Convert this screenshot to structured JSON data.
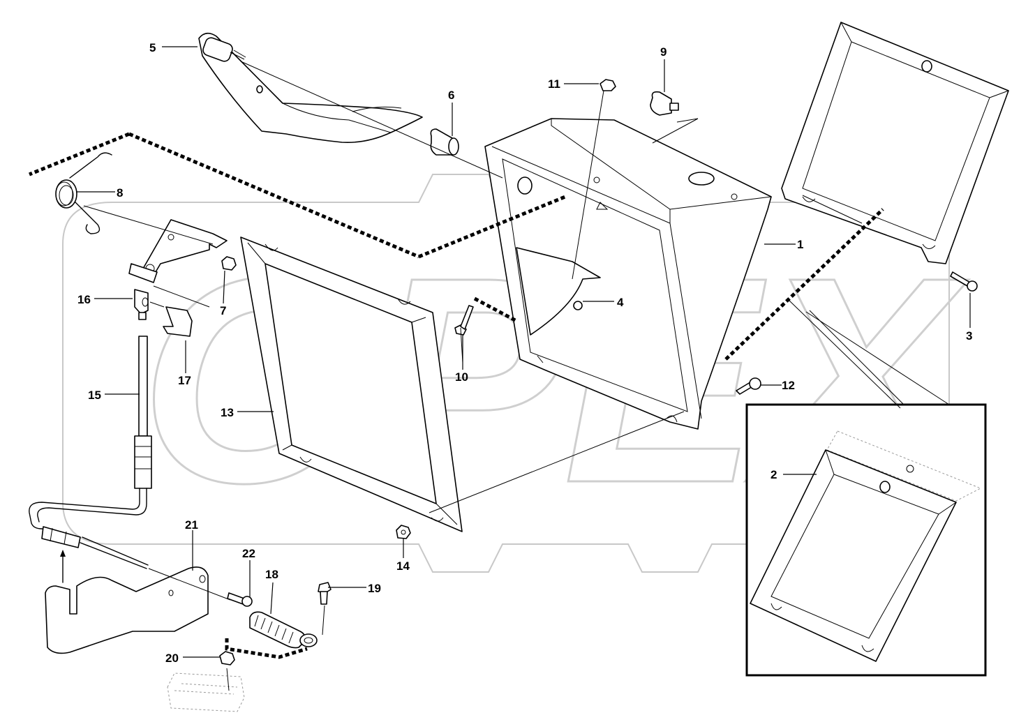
{
  "watermark": "OPEX",
  "callouts": [
    {
      "id": "c1",
      "label": "1"
    },
    {
      "id": "c2",
      "label": "2"
    },
    {
      "id": "c3",
      "label": "3"
    },
    {
      "id": "c4",
      "label": "4"
    },
    {
      "id": "c5",
      "label": "5"
    },
    {
      "id": "c6",
      "label": "6"
    },
    {
      "id": "c7",
      "label": "7"
    },
    {
      "id": "c8",
      "label": "8"
    },
    {
      "id": "c9",
      "label": "9"
    },
    {
      "id": "c10",
      "label": "10"
    },
    {
      "id": "c11",
      "label": "11"
    },
    {
      "id": "c12",
      "label": "12"
    },
    {
      "id": "c13",
      "label": "13"
    },
    {
      "id": "c14",
      "label": "14"
    },
    {
      "id": "c15",
      "label": "15"
    },
    {
      "id": "c16",
      "label": "16"
    },
    {
      "id": "c17",
      "label": "17"
    },
    {
      "id": "c18",
      "label": "18"
    },
    {
      "id": "c19",
      "label": "19"
    },
    {
      "id": "c20",
      "label": "20"
    },
    {
      "id": "c21",
      "label": "21"
    },
    {
      "id": "c22",
      "label": "22"
    }
  ]
}
